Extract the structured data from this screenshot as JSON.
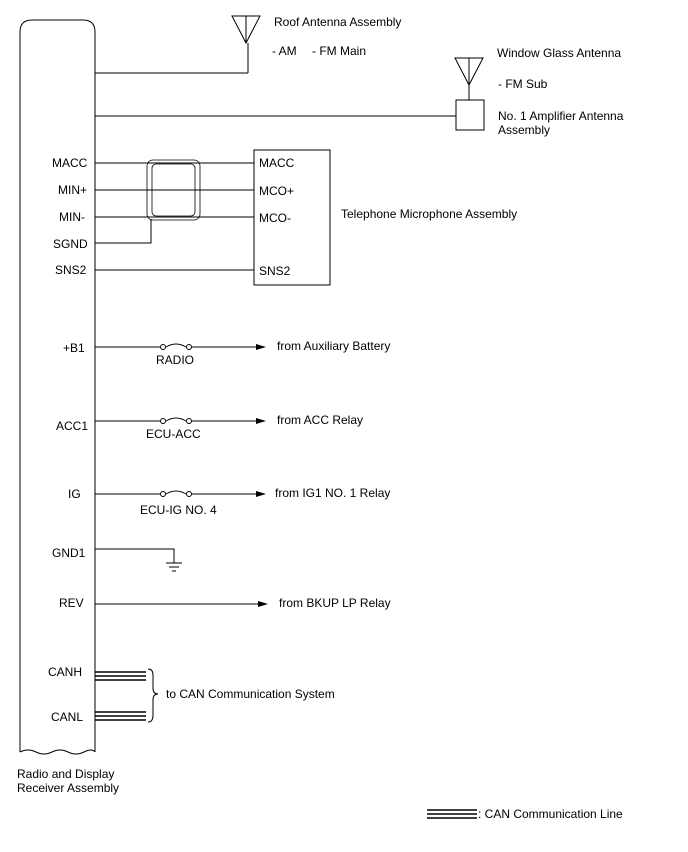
{
  "receiver": {
    "name_line1": "Radio and Display",
    "name_line2": "Receiver Assembly"
  },
  "roof_antenna": {
    "label": "Roof Antenna Assembly",
    "sub_am": "- AM",
    "sub_fm": "- FM Main"
  },
  "window_antenna": {
    "label": "Window Glass Antenna",
    "sub": "- FM Sub"
  },
  "amplifier": {
    "line1": "No. 1 Amplifier Antenna",
    "line2": "Assembly"
  },
  "microphone": {
    "label": "Telephone Microphone Assembly",
    "pins": [
      "MACC",
      "MCO+",
      "MCO-",
      "SNS2"
    ]
  },
  "receiver_pins": {
    "macc": "MACC",
    "min_plus": "MIN+",
    "min_minus": "MIN-",
    "sgnd": "SGND",
    "sns2": "SNS2",
    "b1": "+B1",
    "acc1": "ACC1",
    "ig": "IG",
    "gnd1": "GND1",
    "rev": "REV",
    "canh": "CANH",
    "canl": "CANL"
  },
  "fuses": {
    "radio": "RADIO",
    "ecu_acc": "ECU-ACC",
    "ecu_ig": "ECU-IG NO. 4"
  },
  "sources": {
    "battery": "from Auxiliary Battery",
    "acc_relay": "from ACC Relay",
    "ig_relay": "from IG1 NO. 1 Relay",
    "bkup_relay": "from BKUP LP Relay"
  },
  "can": {
    "system": "to CAN Communication System",
    "legend": ": CAN Communication Line"
  }
}
